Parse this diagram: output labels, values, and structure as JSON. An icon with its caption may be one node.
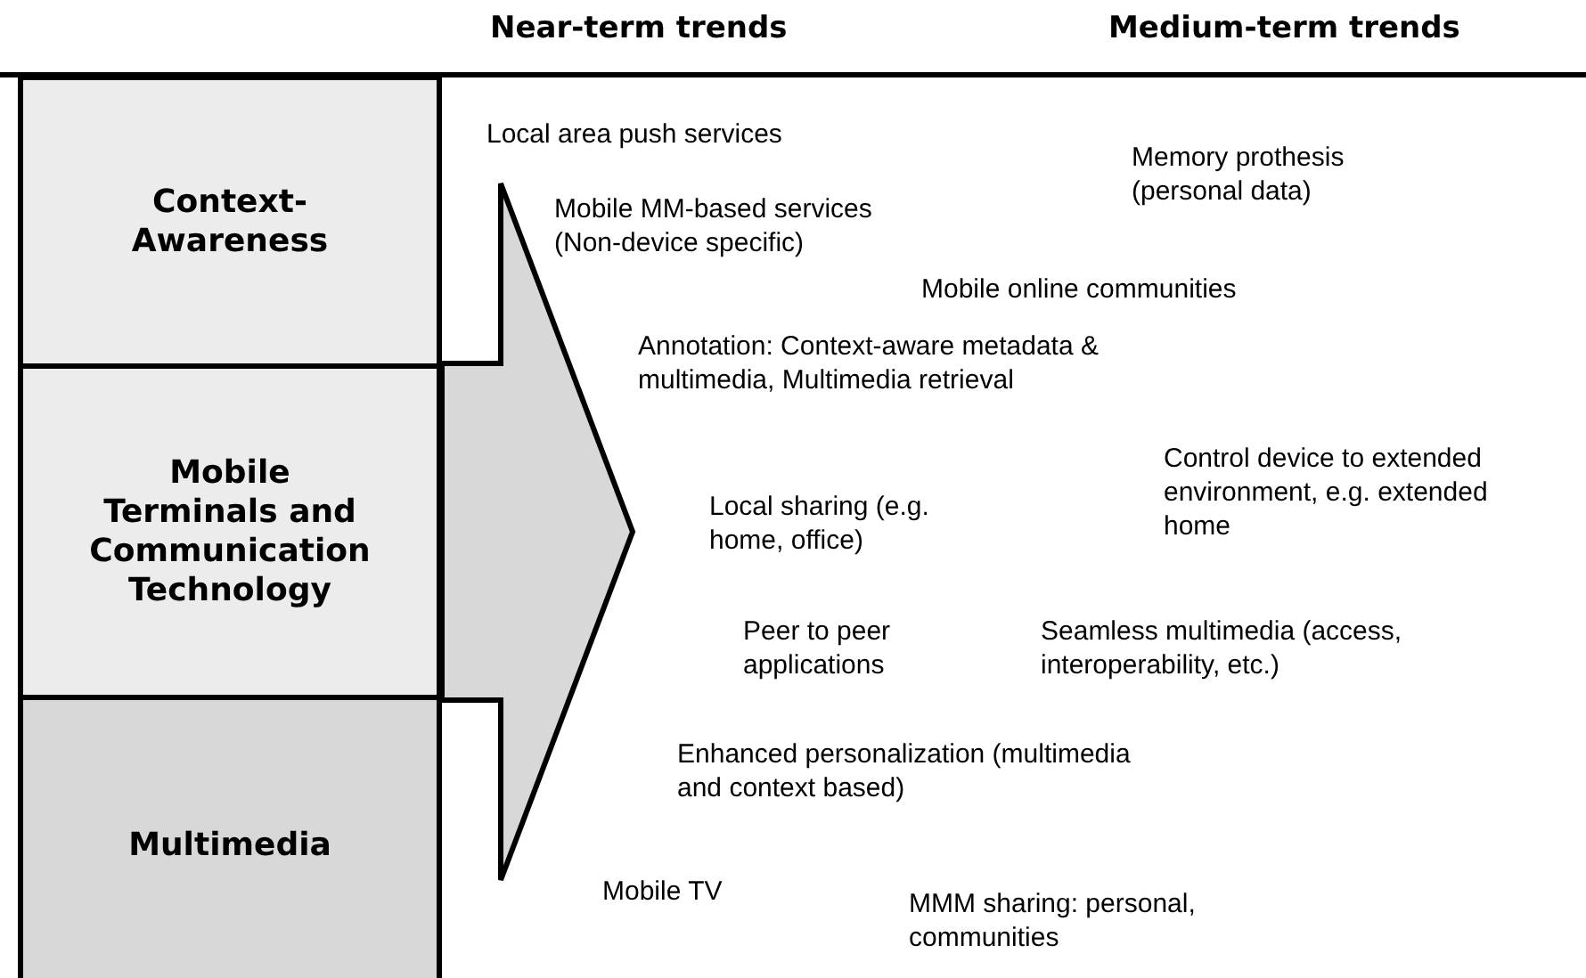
{
  "diagram": {
    "nodes": [
      {
        "text": [
          "Context-Awareness"
        ]
      },
      {
        "text": [
          "Mobile Terminals and Communication Technology"
        ]
      },
      {
        "text": [
          "Multimedia"
        ]
      }
    ],
    "labels": [
      "Near-term trends",
      "Medium-term trends",
      "Local area push services",
      "Memory prothesis (personal data)",
      "Mobile MM-based services (Non-device specific)",
      "Mobile online communities",
      "Annotation: Context-aware metadata & multimedia, Multimedia retrieval",
      "Control device to extended environment, e.g. extended home",
      "Local sharing (e.g. home, office)",
      "Peer to peer applications",
      "Seamless multimedia (access, interoperability, etc.)",
      "Enhanced personalization (multimedia and context based)",
      "Mobile TV",
      "MMM sharing: personal, communities"
    ]
  }
}
